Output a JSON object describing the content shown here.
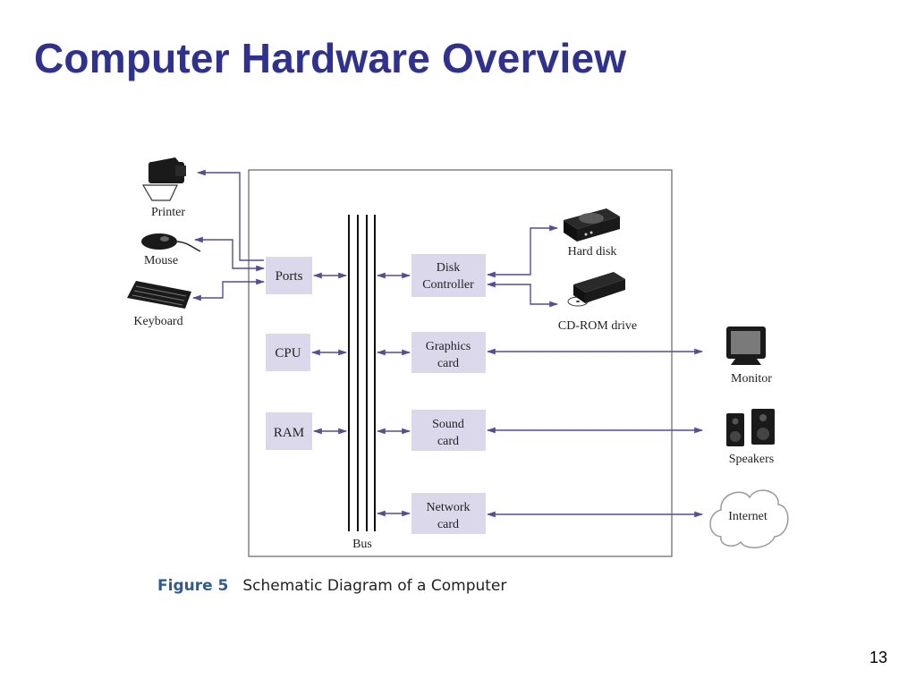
{
  "slide": {
    "title": "Computer Hardware Overview",
    "page_number": "13"
  },
  "figure": {
    "label": "Figure 5",
    "caption": "Schematic Diagram of a Computer"
  },
  "colors": {
    "title": "#2e3192",
    "box_fill": "#dcd8ec",
    "arrow": "#5a4a9a",
    "frame": "#707070",
    "figure_label": "#2a5c9a"
  },
  "diagram": {
    "bus_label": "Bus",
    "internal": {
      "ports": "Ports",
      "cpu": "CPU",
      "ram": "RAM",
      "disk_controller": [
        "Disk",
        "Controller"
      ],
      "graphics_card": [
        "Graphics",
        "card"
      ],
      "sound_card": [
        "Sound",
        "card"
      ],
      "network_card": [
        "Network",
        "card"
      ]
    },
    "devices": {
      "printer": {
        "label": "Printer",
        "icon": "printer-icon"
      },
      "mouse": {
        "label": "Mouse",
        "icon": "mouse-icon"
      },
      "keyboard": {
        "label": "Keyboard",
        "icon": "keyboard-icon"
      },
      "hard_disk": {
        "label": "Hard disk",
        "icon": "hard-disk-icon"
      },
      "cdrom": {
        "label": "CD-ROM drive",
        "icon": "cd-rom-icon"
      },
      "monitor": {
        "label": "Monitor",
        "icon": "monitor-icon"
      },
      "speakers": {
        "label": "Speakers",
        "icon": "speakers-icon"
      },
      "internet": {
        "label": "Internet",
        "icon": "cloud-icon"
      }
    }
  }
}
